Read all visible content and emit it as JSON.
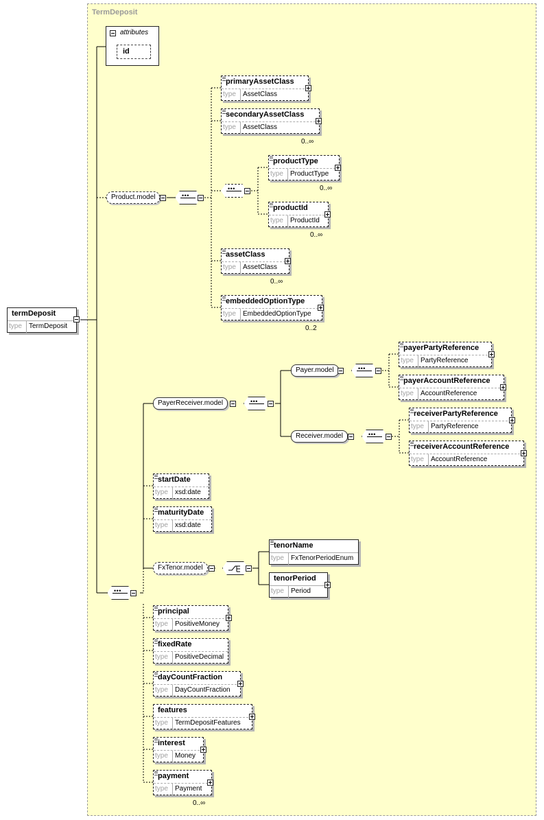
{
  "diagram": {
    "complex_type": "TermDeposit",
    "attributes_label": "attributes",
    "attribute_id": "id",
    "type_key": "type",
    "root": {
      "name": "termDeposit",
      "type": "TermDeposit"
    },
    "product_model": {
      "label": "Product.model",
      "primaryAssetClass": {
        "name": "primaryAssetClass",
        "type": "AssetClass"
      },
      "secondaryAssetClass": {
        "name": "secondaryAssetClass",
        "type": "AssetClass",
        "occurs": "0..∞"
      },
      "productType": {
        "name": "productType",
        "type": "ProductType",
        "occurs": "0..∞"
      },
      "productId": {
        "name": "productId",
        "type": "ProductId",
        "occurs": "0..∞"
      },
      "assetClass": {
        "name": "assetClass",
        "type": "AssetClass",
        "occurs": "0..∞"
      },
      "embeddedOptionType": {
        "name": "embeddedOptionType",
        "type": "EmbeddedOptionType",
        "occurs": "0..2"
      }
    },
    "payer_receiver_model": {
      "label": "PayerReceiver.model",
      "payer_model": "Payer.model",
      "receiver_model": "Receiver.model",
      "payerPartyReference": {
        "name": "payerPartyReference",
        "type": "PartyReference"
      },
      "payerAccountReference": {
        "name": "payerAccountReference",
        "type": "AccountReference"
      },
      "receiverPartyReference": {
        "name": "receiverPartyReference",
        "type": "PartyReference"
      },
      "receiverAccountReference": {
        "name": "receiverAccountReference",
        "type": "AccountReference"
      }
    },
    "startDate": {
      "name": "startDate",
      "type": "xsd:date"
    },
    "maturityDate": {
      "name": "maturityDate",
      "type": "xsd:date"
    },
    "fx_tenor_model": {
      "label": "FxTenor.model",
      "tenorName": {
        "name": "tenorName",
        "type": "FxTenorPeriodEnum"
      },
      "tenorPeriod": {
        "name": "tenorPeriod",
        "type": "Period"
      }
    },
    "principal": {
      "name": "principal",
      "type": "PositiveMoney"
    },
    "fixedRate": {
      "name": "fixedRate",
      "type": "PositiveDecimal"
    },
    "dayCountFraction": {
      "name": "dayCountFraction",
      "type": "DayCountFraction"
    },
    "features": {
      "name": "features",
      "type": "TermDepositFeatures"
    },
    "interest": {
      "name": "interest",
      "type": "Money"
    },
    "payment": {
      "name": "payment",
      "type": "Payment",
      "occurs": "0..∞"
    }
  }
}
